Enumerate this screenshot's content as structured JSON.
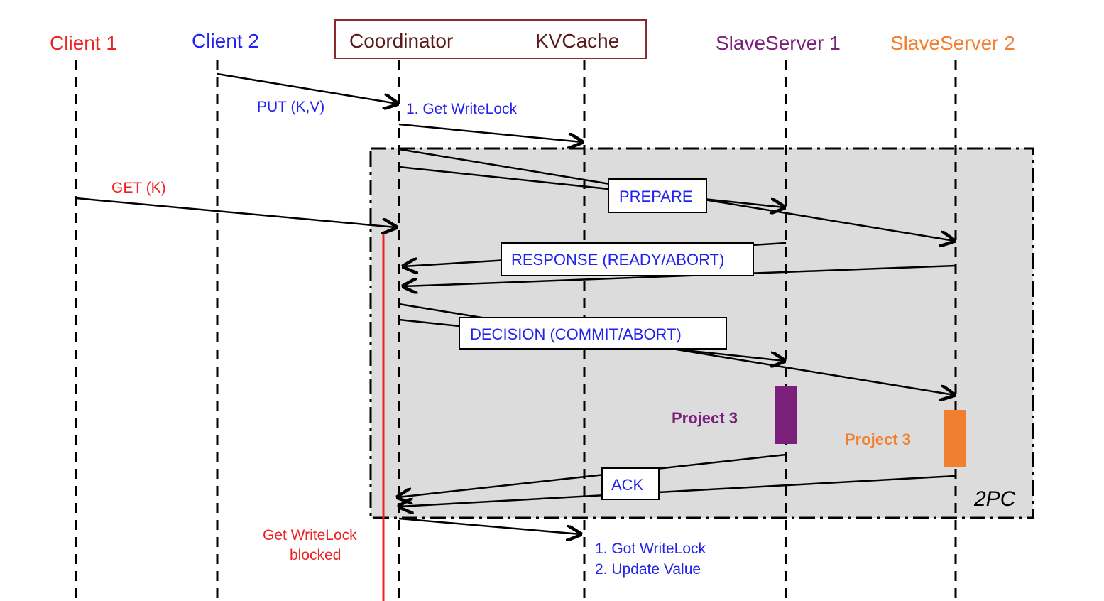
{
  "actors": {
    "client1": {
      "label": "Client 1",
      "color": "#ee2222"
    },
    "client2": {
      "label": "Client 2",
      "color": "#2222ee"
    },
    "coordinator": {
      "label": "Coordinator",
      "color": "#5a1a1a"
    },
    "kvcache": {
      "label": "KVCache",
      "color": "#5a1a1a"
    },
    "slave1": {
      "label": "SlaveServer 1",
      "color": "#7a1f7a"
    },
    "slave2": {
      "label": "SlaveServer 2",
      "color": "#f08030"
    }
  },
  "messages": {
    "put": "PUT (K,V)",
    "get_writelock": "1. Get WriteLock",
    "get": "GET (K)",
    "prepare": "PREPARE",
    "response": "RESPONSE (READY/ABORT)",
    "decision": "DECISION (COMMIT/ABORT)",
    "ack": "ACK",
    "got_writelock": "1. Got WriteLock",
    "update_value": "2. Update Value"
  },
  "annotations": {
    "project3_slave1": "Project 3",
    "project3_slave2": "Project 3",
    "blocked_line1": "Get WriteLock",
    "blocked_line2": "blocked",
    "frame": "2PC"
  },
  "colors": {
    "frame_fill": "#dcdcdc",
    "red": "#ee2222",
    "blue": "#2222ee",
    "purple": "#7a1f7a",
    "orange": "#f08030"
  }
}
